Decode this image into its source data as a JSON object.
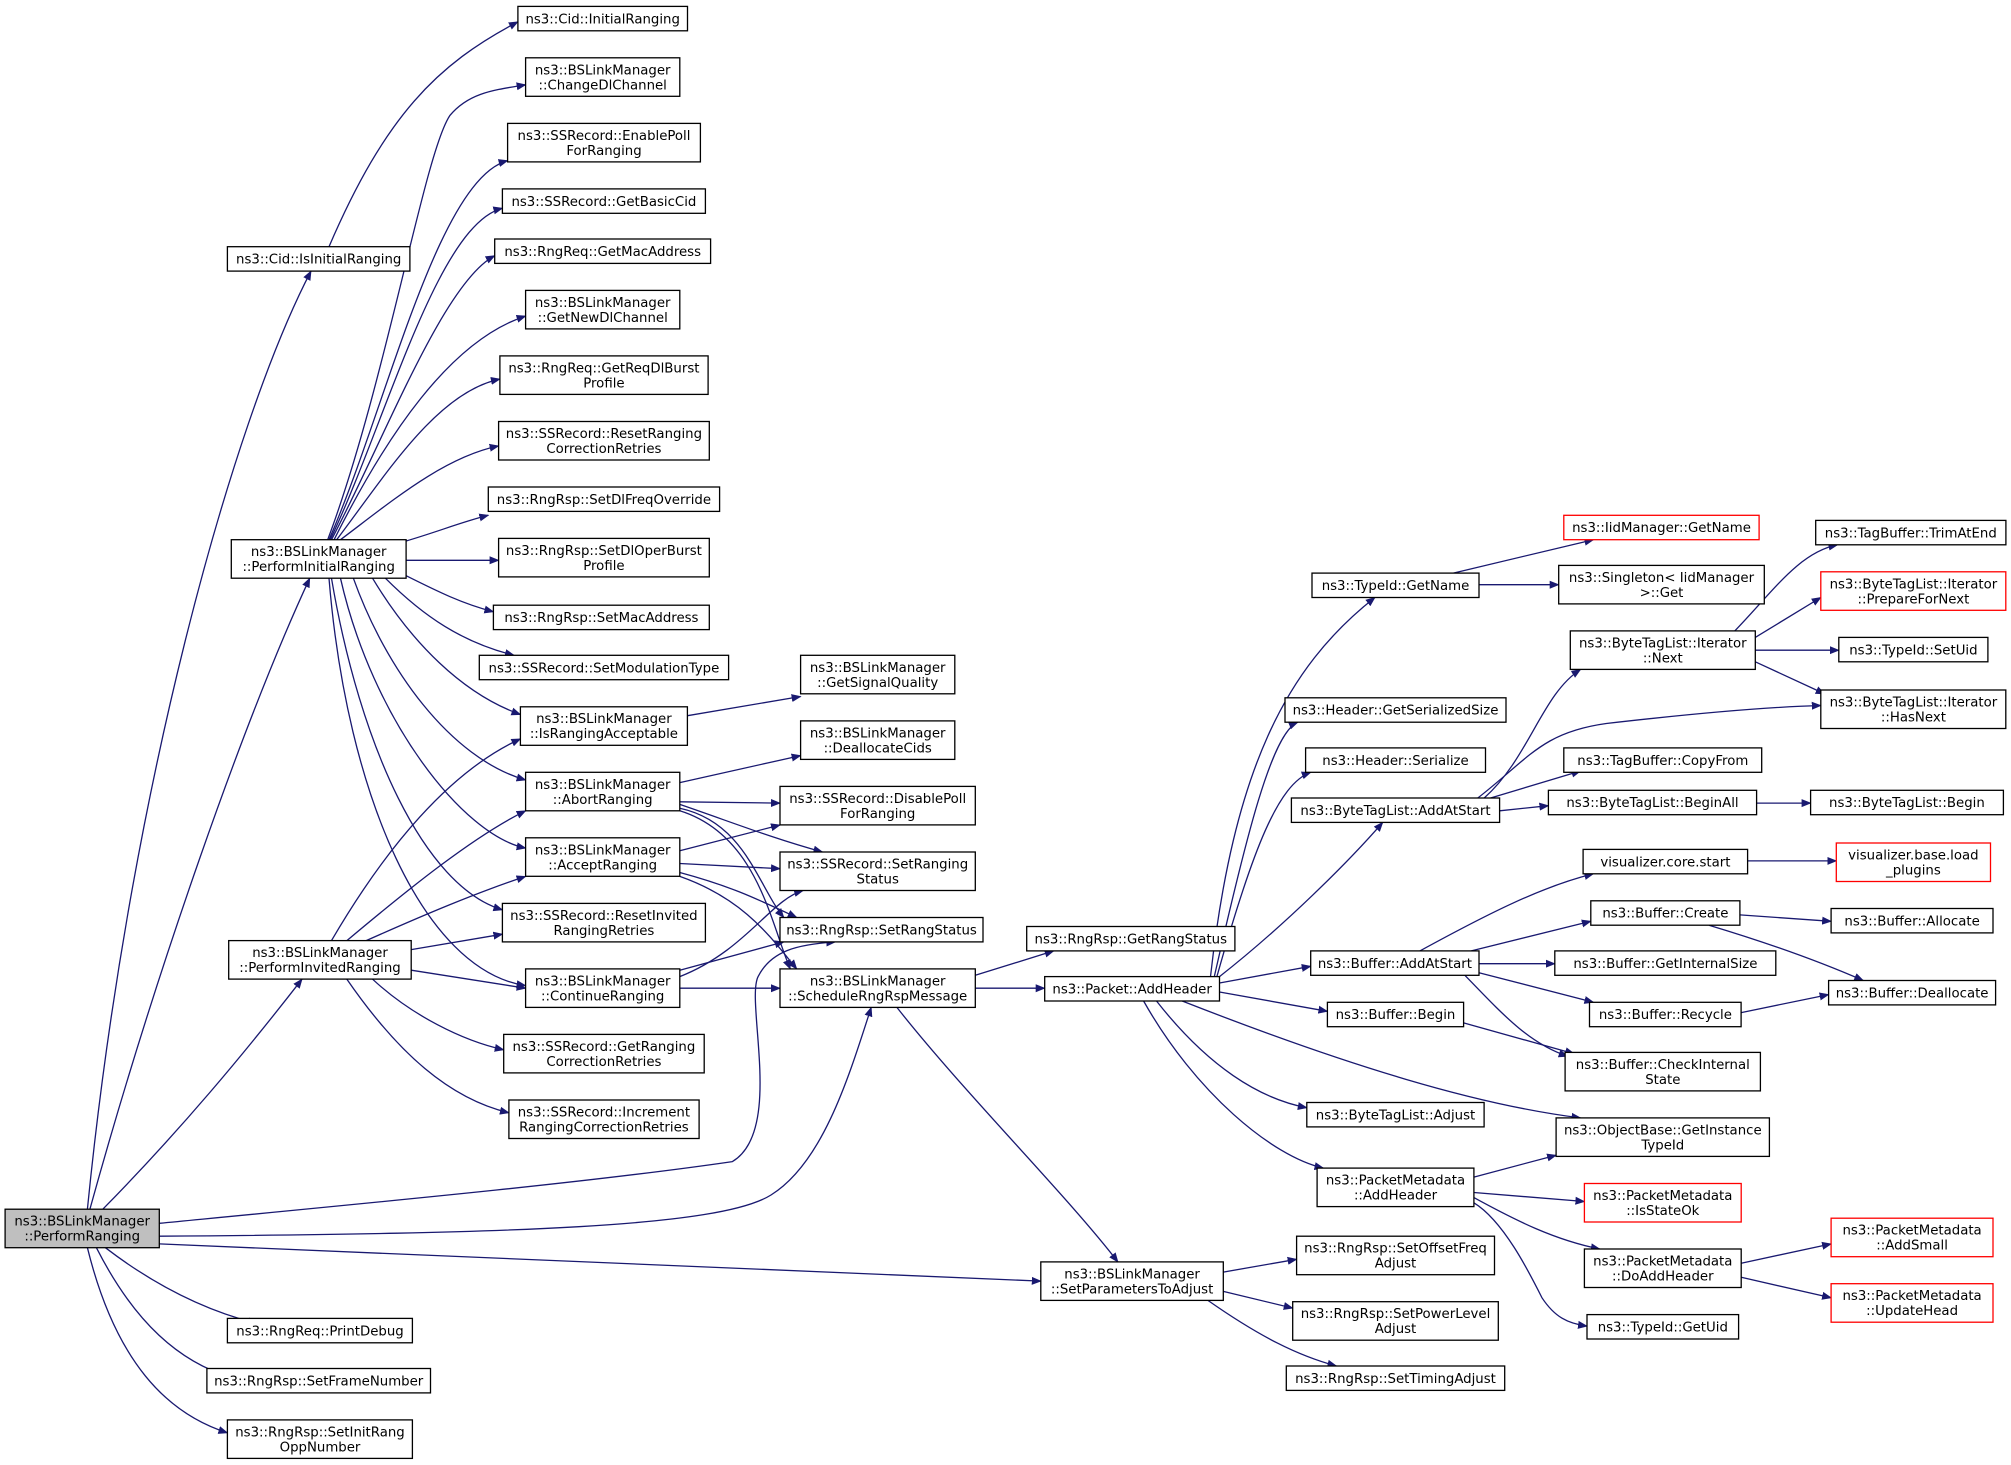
{
  "graph": {
    "edge_color": "#191970",
    "root_fill": "#bfbfbf",
    "truncated_border": "#ff0000",
    "nodes": {
      "root": [
        "ns3::BSLinkManager",
        "::PerformRanging"
      ],
      "isInit": [
        "ns3::Cid::IsInitialRanging"
      ],
      "cidInit": [
        "ns3::Cid::InitialRanging"
      ],
      "pir": [
        "ns3::BSLinkManager",
        "::PerformInitialRanging"
      ],
      "pinv": [
        "ns3::BSLinkManager",
        "::PerformInvitedRanging"
      ],
      "changeDl": [
        "ns3::BSLinkManager",
        "::ChangeDlChannel"
      ],
      "enablePoll": [
        "ns3::SSRecord::EnablePoll",
        "ForRanging"
      ],
      "basicCid": [
        "ns3::SSRecord::GetBasicCid"
      ],
      "getMac": [
        "ns3::RngReq::GetMacAddress"
      ],
      "newDl": [
        "ns3::BSLinkManager",
        "::GetNewDlChannel"
      ],
      "reqDl": [
        "ns3::RngReq::GetReqDlBurst",
        "Profile"
      ],
      "resetRC": [
        "ns3::SSRecord::ResetRanging",
        "CorrectionRetries"
      ],
      "dlFreq": [
        "ns3::RngRsp::SetDlFreqOverride"
      ],
      "dlOper": [
        "ns3::RngRsp::SetDlOperBurst",
        "Profile"
      ],
      "setMac": [
        "ns3::RngRsp::SetMacAddress"
      ],
      "modType": [
        "ns3::SSRecord::SetModulationType"
      ],
      "isAcc": [
        "ns3::BSLinkManager",
        "::IsRangingAcceptable"
      ],
      "abort": [
        "ns3::BSLinkManager",
        "::AbortRanging"
      ],
      "accept": [
        "ns3::BSLinkManager",
        "::AcceptRanging"
      ],
      "resetInv": [
        "ns3::SSRecord::ResetInvited",
        "RangingRetries"
      ],
      "cont": [
        "ns3::BSLinkManager",
        "::ContinueRanging"
      ],
      "getRC": [
        "ns3::SSRecord::GetRanging",
        "CorrectionRetries"
      ],
      "incRC": [
        "ns3::SSRecord::Increment",
        "RangingCorrectionRetries"
      ],
      "sigQ": [
        "ns3::BSLinkManager",
        "::GetSignalQuality"
      ],
      "dealloc": [
        "ns3::BSLinkManager",
        "::DeallocateCids"
      ],
      "disPoll": [
        "ns3::SSRecord::DisablePoll",
        "ForRanging"
      ],
      "setRS": [
        "ns3::SSRecord::SetRanging",
        "Status"
      ],
      "rngStat": [
        "ns3::RngRsp::SetRangStatus"
      ],
      "sched": [
        "ns3::BSLinkManager",
        "::ScheduleRngRspMessage"
      ],
      "getRng": [
        "ns3::RngRsp::GetRangStatus"
      ],
      "addHdr": [
        "ns3::Packet::AddHeader"
      ],
      "setParams": [
        "ns3::BSLinkManager",
        "::SetParametersToAdjust"
      ],
      "printDbg": [
        "ns3::RngReq::PrintDebug"
      ],
      "frameNo": [
        "ns3::RngRsp::SetFrameNumber"
      ],
      "initOpp": [
        "ns3::RngRsp::SetInitRang",
        "OppNumber"
      ],
      "typeName": [
        "ns3::TypeId::GetName"
      ],
      "iidName": [
        "ns3::IidManager::GetName"
      ],
      "single": [
        "ns3::Singleton< IidManager",
        ">::Get"
      ],
      "hdrSize": [
        "ns3::Header::GetSerializedSize"
      ],
      "hdrSer": [
        "ns3::Header::Serialize"
      ],
      "btlAdd": [
        "ns3::ByteTagList::AddAtStart"
      ],
      "bufAdd": [
        "ns3::Buffer::AddAtStart"
      ],
      "bufBegin": [
        "ns3::Buffer::Begin"
      ],
      "btlAdj": [
        "ns3::ByteTagList::Adjust"
      ],
      "pmAdd": [
        "ns3::PacketMetadata",
        "::AddHeader"
      ],
      "offFreq": [
        "ns3::RngRsp::SetOffsetFreq",
        "Adjust"
      ],
      "pwrAdj": [
        "ns3::RngRsp::SetPowerLevel",
        "Adjust"
      ],
      "timAdj": [
        "ns3::RngRsp::SetTimingAdjust"
      ],
      "iterNext": [
        "ns3::ByteTagList::Iterator",
        "::Next"
      ],
      "tbCopy": [
        "ns3::TagBuffer::CopyFrom"
      ],
      "beginAll": [
        "ns3::ByteTagList::BeginAll"
      ],
      "vizStart": [
        "visualizer.core.start"
      ],
      "bufCreate": [
        "ns3::Buffer::Create"
      ],
      "bufInt": [
        "ns3::Buffer::GetInternalSize"
      ],
      "bufRec": [
        "ns3::Buffer::Recycle"
      ],
      "bufCheck": [
        "ns3::Buffer::CheckInternal",
        "State"
      ],
      "objBase": [
        "ns3::ObjectBase::GetInstance",
        "TypeId"
      ],
      "isState": [
        "ns3::PacketMetadata",
        "::IsStateOk"
      ],
      "doAdd": [
        "ns3::PacketMetadata",
        "::DoAddHeader"
      ],
      "getUid": [
        "ns3::TypeId::GetUid"
      ],
      "trimEnd": [
        "ns3::TagBuffer::TrimAtEnd"
      ],
      "prepNext": [
        "ns3::ByteTagList::Iterator",
        "::PrepareForNext"
      ],
      "setUid": [
        "ns3::TypeId::SetUid"
      ],
      "hasNext": [
        "ns3::ByteTagList::Iterator",
        "::HasNext"
      ],
      "btlBegin": [
        "ns3::ByteTagList::Begin"
      ],
      "vizLoad": [
        "visualizer.base.load",
        "_plugins"
      ],
      "bufAlloc": [
        "ns3::Buffer::Allocate"
      ],
      "bufDealloc": [
        "ns3::Buffer::Deallocate"
      ],
      "addSmall": [
        "ns3::PacketMetadata",
        "::AddSmall"
      ],
      "updHead": [
        "ns3::PacketMetadata",
        "::UpdateHead"
      ]
    }
  }
}
